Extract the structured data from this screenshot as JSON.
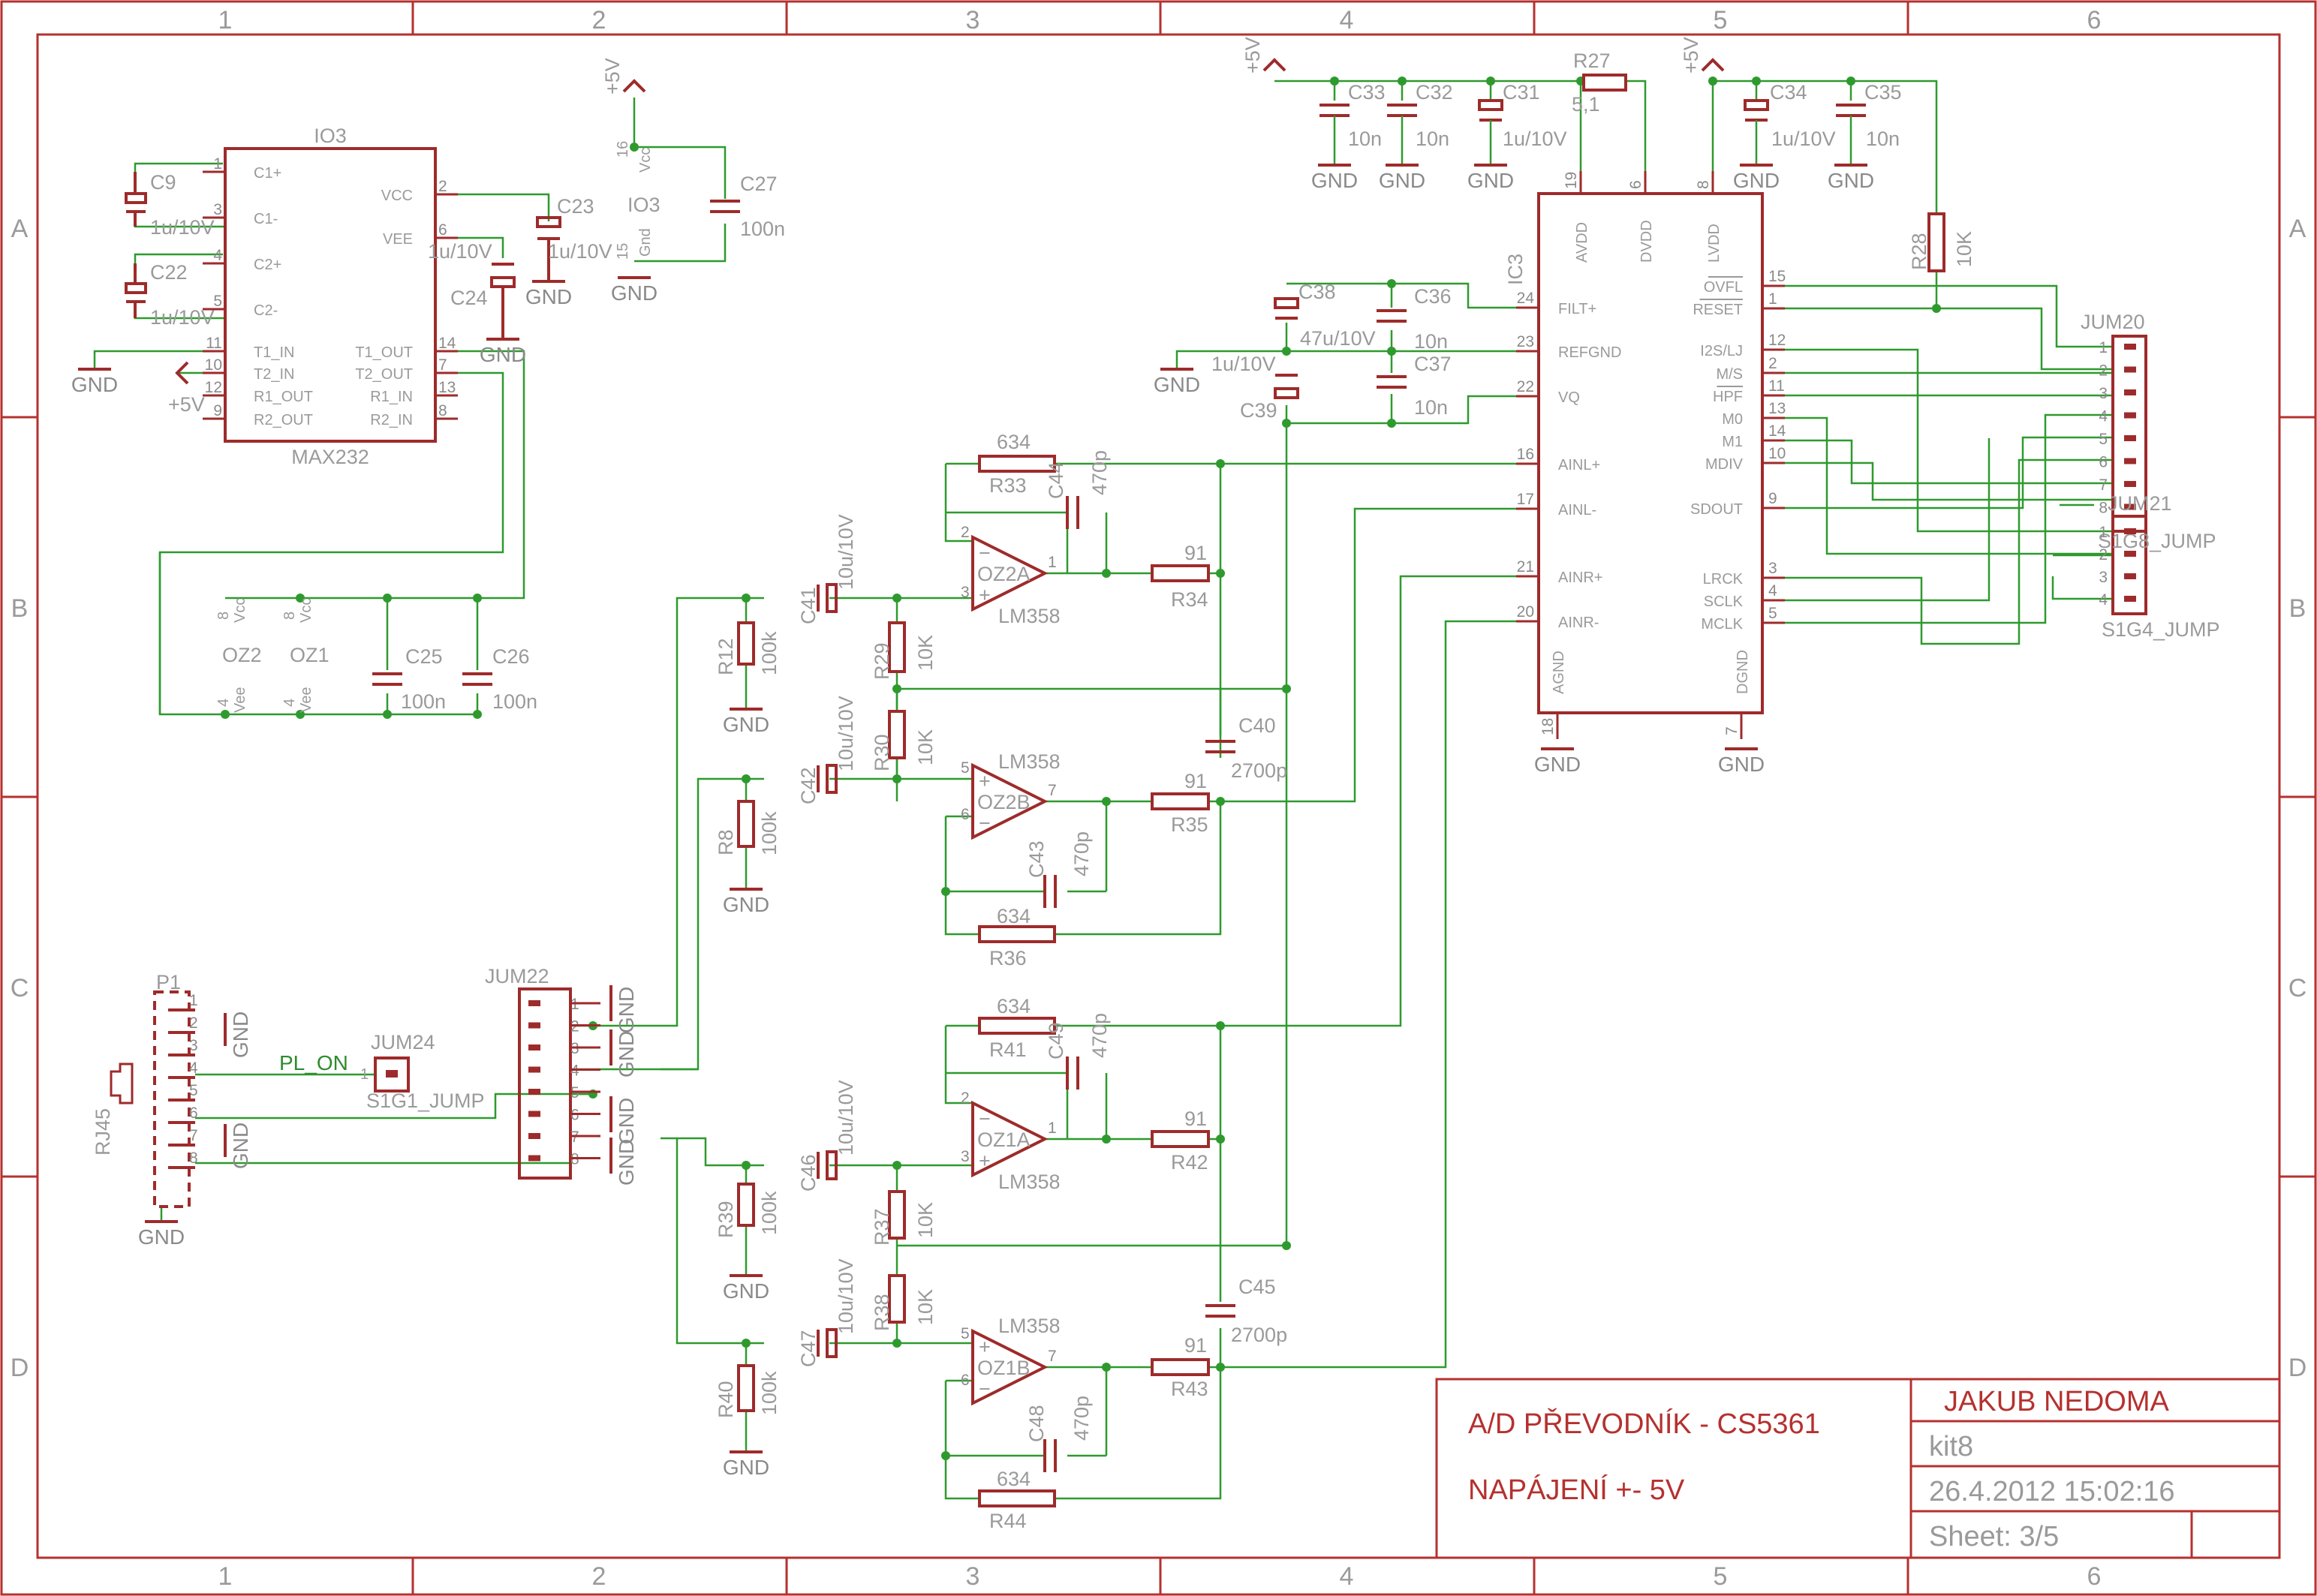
{
  "grid": {
    "columns": [
      "1",
      "2",
      "3",
      "4",
      "5",
      "6"
    ],
    "rows": [
      "A",
      "B",
      "C",
      "D"
    ]
  },
  "title_block": {
    "title": "A/D PŘEVODNÍK - CS5361",
    "subtitle": "NAPÁJENÍ +- 5V",
    "author": "JAKUB NEDOMA",
    "project": "kit8",
    "date": "26.4.2012 15:02:16",
    "sheet": "Sheet: 3/5"
  },
  "chips": {
    "io3": {
      "name": "IO3",
      "part": "MAX232",
      "pins_left": [
        [
          "1",
          "C1+"
        ],
        [
          "3",
          "C1-"
        ],
        [
          "4",
          "C2+"
        ],
        [
          "5",
          "C2-"
        ],
        [
          "11",
          "T1_IN"
        ],
        [
          "10",
          "T2_IN"
        ],
        [
          "12",
          "R1_OUT"
        ],
        [
          "9",
          "R2_OUT"
        ]
      ],
      "pins_right": [
        [
          "2",
          "VCC"
        ],
        [
          "6",
          "VEE"
        ],
        [
          "14",
          "T1_OUT"
        ],
        [
          "7",
          "T2_OUT"
        ],
        [
          "13",
          "R1_IN"
        ],
        [
          "8",
          "R2_IN"
        ]
      ],
      "power": {
        "name": "IO3",
        "vcc": "Vcc",
        "gnd": "Gnd",
        "vcc_pin": "16",
        "gnd_pin": "15"
      }
    },
    "ic3": {
      "name": "IC3",
      "top": [
        [
          "19",
          "AVDD"
        ],
        [
          "6",
          "DVDD"
        ],
        [
          "8",
          "LVDD"
        ]
      ],
      "bottom": [
        [
          "18",
          "AGND"
        ],
        [
          "7",
          "DGND"
        ]
      ],
      "left": [
        [
          "24",
          "FILT+"
        ],
        [
          "23",
          "REFGND"
        ],
        [
          "22",
          "VQ"
        ],
        [
          "16",
          "AINL+"
        ],
        [
          "17",
          "AINL-"
        ],
        [
          "21",
          "AINR+"
        ],
        [
          "20",
          "AINR-"
        ]
      ],
      "right": [
        [
          "15",
          "OVFL"
        ],
        [
          "1",
          "RESET"
        ],
        [
          "12",
          "I2S/LJ"
        ],
        [
          "2",
          "M/S"
        ],
        [
          "11",
          "HPF"
        ],
        [
          "13",
          "M0"
        ],
        [
          "14",
          "M1"
        ],
        [
          "10",
          "MDIV"
        ],
        [
          "9",
          "SDOUT"
        ],
        [
          "3",
          "LRCK"
        ],
        [
          "4",
          "SCLK"
        ],
        [
          "5",
          "MCLK"
        ]
      ]
    }
  },
  "opamps": [
    {
      "name": "OZ2A",
      "part": "LM358"
    },
    {
      "name": "OZ2B",
      "part": "LM358"
    },
    {
      "name": "OZ1A",
      "part": "LM358"
    },
    {
      "name": "OZ1B",
      "part": "LM358"
    }
  ],
  "opamp_power": {
    "oz2": "OZ2",
    "oz1": "OZ1",
    "vcc": "Vcc",
    "vee": "Vee",
    "pin8": "8",
    "pin4": "4"
  },
  "components": {
    "C9": [
      "C9",
      "1u/10V"
    ],
    "C22": [
      "C22",
      "1u/10V"
    ],
    "C23": [
      "C23",
      "1u/10V"
    ],
    "C24": [
      "C24",
      "1u/10V"
    ],
    "C27": [
      "C27",
      "100n"
    ],
    "C25": [
      "C25",
      "100n"
    ],
    "C26": [
      "C26",
      "100n"
    ],
    "C33": [
      "C33",
      "10n"
    ],
    "C32": [
      "C32",
      "10n"
    ],
    "C31": [
      "C31",
      "1u/10V"
    ],
    "R27": [
      "R27",
      "5,1"
    ],
    "C34": [
      "C34",
      "1u/10V"
    ],
    "C35": [
      "C35",
      "10n"
    ],
    "R28": [
      "R28",
      "10K"
    ],
    "C38": [
      "C38",
      "47u/10V"
    ],
    "C36": [
      "C36",
      "10n"
    ],
    "C37": [
      "C37",
      "10n"
    ],
    "C39": [
      "C39",
      "1u/10V"
    ],
    "R33": [
      "R33",
      "634"
    ],
    "C44": [
      "C44",
      "470p"
    ],
    "R34": [
      "R34",
      "91"
    ],
    "C41": [
      "C41",
      "10u/10V"
    ],
    "R12": [
      "R12",
      "100k"
    ],
    "R29": [
      "R29",
      "10K"
    ],
    "R30": [
      "R30",
      "10K"
    ],
    "C40": [
      "C40",
      "2700p"
    ],
    "C42": [
      "C42",
      "10u/10V"
    ],
    "R8": [
      "R8",
      "100k"
    ],
    "R35": [
      "R35",
      "91"
    ],
    "C43": [
      "C43",
      "470p"
    ],
    "R36": [
      "R36",
      "634"
    ],
    "R41": [
      "R41",
      "634"
    ],
    "C49": [
      "C49",
      "470p"
    ],
    "R42": [
      "R42",
      "91"
    ],
    "C46": [
      "C46",
      "10u/10V"
    ],
    "R39": [
      "R39",
      "100k"
    ],
    "R37": [
      "R37",
      "10K"
    ],
    "R38": [
      "R38",
      "10K"
    ],
    "C45": [
      "C45",
      "2700p"
    ],
    "C47": [
      "C47",
      "10u/10V"
    ],
    "R40": [
      "R40",
      "100k"
    ],
    "R43": [
      "R43",
      "91"
    ],
    "C48": [
      "C48",
      "470p"
    ],
    "R44": [
      "R44",
      "634"
    ]
  },
  "connectors": {
    "jum20": {
      "name": "JUM20",
      "pins": [
        "1",
        "2",
        "3",
        "4",
        "5",
        "6",
        "7",
        "8"
      ]
    },
    "jum21": {
      "name": "JUM21",
      "part": "S1G8_JUMP",
      "pins": [
        "1",
        "2",
        "3",
        "4"
      ]
    },
    "jum21_part2": "S1G4_JUMP",
    "jum22": {
      "name": "JUM22",
      "pins": [
        "1",
        "2",
        "3",
        "4",
        "5",
        "6",
        "7",
        "8"
      ]
    },
    "jum24": {
      "name": "JUM24",
      "part": "S1G1_JUMP",
      "pin": "1"
    },
    "p1": {
      "name": "P1",
      "part": "RJ45",
      "pins": [
        "1",
        "2",
        "3",
        "4",
        "5",
        "6",
        "7",
        "8"
      ]
    }
  },
  "nets": {
    "gnd": "GND",
    "p5v": "+5V",
    "pl_on": "PL_ON"
  },
  "colors": {
    "symbol": "#9e2b2b",
    "wire": "#2e9a2e",
    "label": "#9a9a9a",
    "frame": "#b5312f"
  }
}
